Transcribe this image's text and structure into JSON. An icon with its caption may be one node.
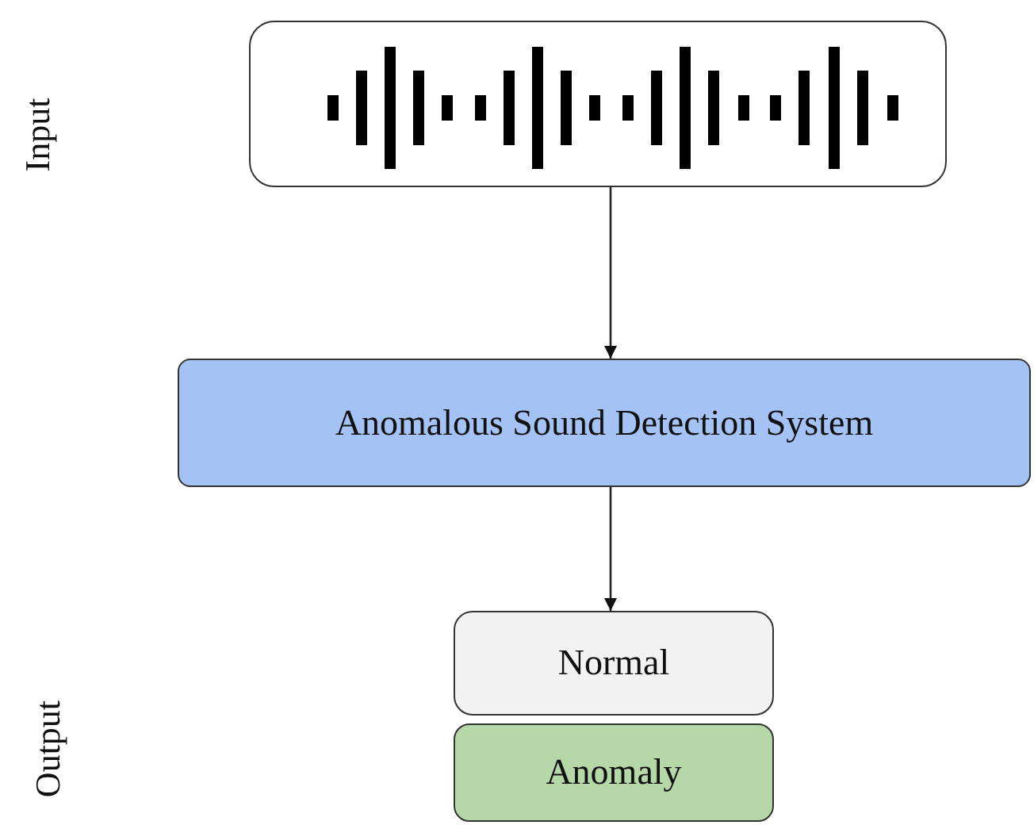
{
  "diagram": {
    "nodes": [
      {
        "text": [],
        "shape": "box"
      },
      {
        "text": [
          "Anomalous Sound Detection System"
        ]
      },
      {
        "text": [
          "Normal"
        ]
      },
      {
        "text": [
          "Anomaly"
        ]
      }
    ],
    "edges": [
      {
        "from": 0,
        "to": 1,
        "arrow": "to"
      },
      {
        "from": 1,
        "to": 2,
        "arrow": "to"
      }
    ],
    "labels": [
      "Input",
      "Output"
    ]
  }
}
